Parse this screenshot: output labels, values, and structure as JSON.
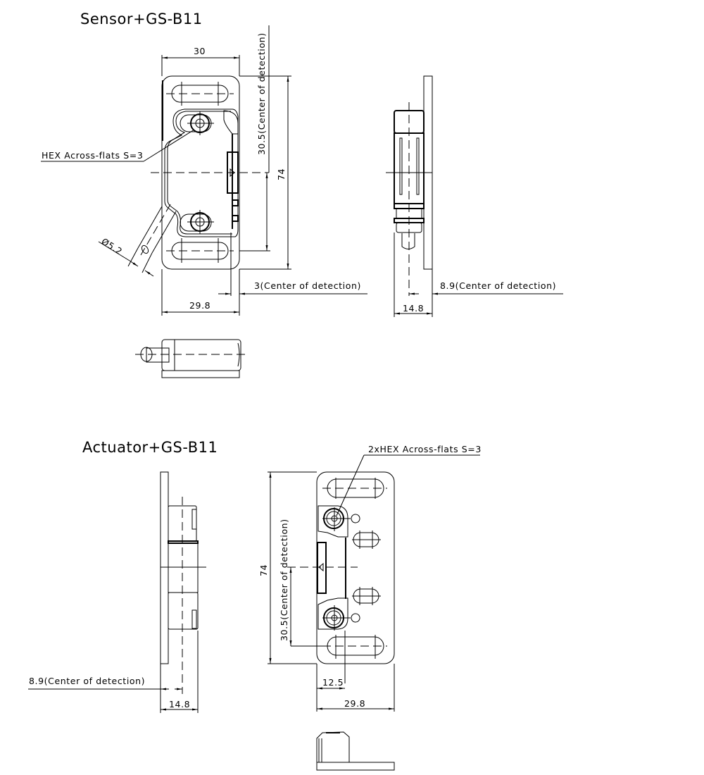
{
  "drawing": {
    "background": "#ffffff",
    "line_color": "#000000",
    "sensor_section": {
      "title": "Sensor+GS-B11",
      "front_view": {
        "dim_width_top": "30",
        "dim_width_bottom": "29.8",
        "dim_height": "74",
        "dim_center_vertical": "30.5(Center of detection)",
        "dim_center_offset": "3(Center of detection)",
        "dim_cable_diameter": "Ø5.2",
        "callout_hex": "HEX Across-flats S=3"
      },
      "side_view": {
        "dim_depth": "14.8",
        "dim_center_depth": "8.9(Center of detection)"
      },
      "bottom_view": {}
    },
    "actuator_section": {
      "title": "Actuator+GS-B11",
      "side_view": {
        "dim_depth": "14.8",
        "dim_center_depth": "8.9(Center of detection)"
      },
      "front_view": {
        "dim_height": "74",
        "dim_center_vertical": "30.5(Center of detection)",
        "dim_center_offset": "12.5",
        "dim_width": "29.8",
        "callout_hex": "2xHEX Across-flats S=3"
      },
      "bottom_view": {}
    }
  }
}
